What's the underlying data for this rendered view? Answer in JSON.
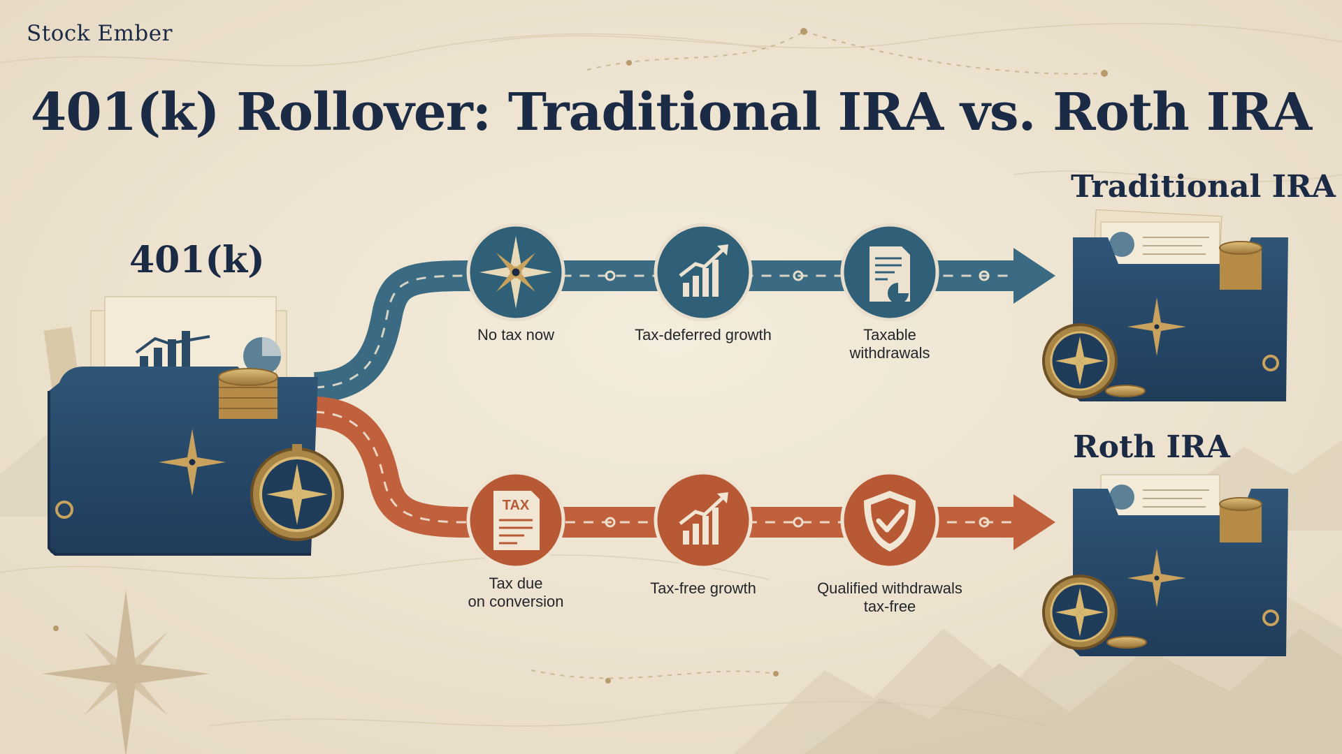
{
  "brand": "Stock Ember",
  "title": "401(k) Rollover: Traditional IRA vs. Roth IRA",
  "source": {
    "label": "401(k)"
  },
  "paths": {
    "traditional": {
      "name": "Traditional IRA",
      "color": "#3a6b82",
      "steps": [
        {
          "icon": "compass-rose-icon",
          "label": "No tax now"
        },
        {
          "icon": "growth-chart-icon",
          "label": "Tax-deferred growth"
        },
        {
          "icon": "document-icon",
          "label": "Taxable\nwithdrawals"
        }
      ]
    },
    "roth": {
      "name": "Roth IRA",
      "color": "#c0603c",
      "steps": [
        {
          "icon": "tax-form-icon",
          "label": "Tax due\non conversion",
          "icon_text": "TAX"
        },
        {
          "icon": "growth-chart-icon",
          "label": "Tax-free growth"
        },
        {
          "icon": "shield-check-icon",
          "label": "Qualified withdrawals\ntax-free"
        }
      ]
    }
  },
  "colors": {
    "navy": "#1b2b45",
    "teal": "#3a6b82",
    "rust": "#c0603c",
    "gold": "#c9a25d",
    "parchment": "#efe6d5"
  }
}
